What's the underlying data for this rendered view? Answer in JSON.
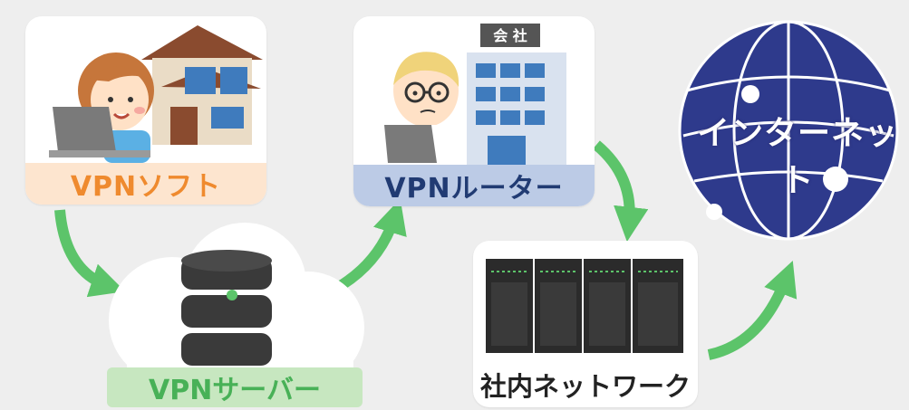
{
  "nodes": {
    "vpn_soft": {
      "label": "VPNソフト"
    },
    "vpn_router": {
      "label": "VPNルーター",
      "sign": "会 社"
    },
    "vpn_server": {
      "label": "VPNサーバー"
    },
    "internal_network": {
      "label": "社内ネットワーク"
    },
    "internet": {
      "label": "インターネット"
    }
  },
  "colors": {
    "arrow": "#5cc46a",
    "soft_band": "#fde5cf",
    "soft_text": "#ef8a2e",
    "router_band": "#bccbe6",
    "router_text": "#213b73",
    "server_band": "#c7e7c0",
    "server_text": "#48b157",
    "globe": "#2e3a8c"
  },
  "icons": [
    "home-user-laptop-icon",
    "office-worker-building-icon",
    "database-server-icon",
    "server-rack-icon",
    "globe-icon"
  ]
}
